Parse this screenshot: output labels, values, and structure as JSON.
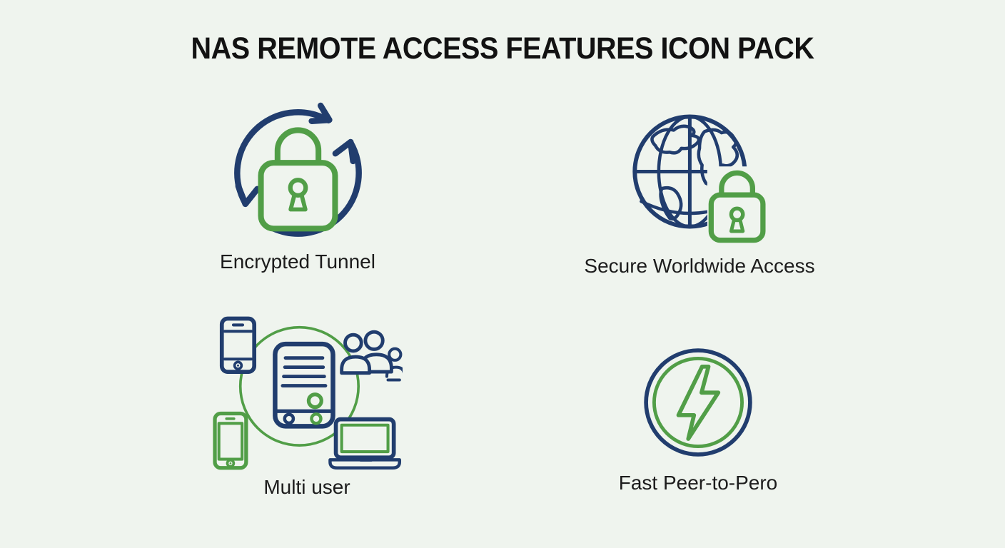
{
  "header": {
    "title": "NAS REMOTE ACCESS FEATURES ICON PACK"
  },
  "features": [
    {
      "label": "Encrypted Tunnel",
      "icon": "encrypted-tunnel-sync-lock-icon"
    },
    {
      "label": "Secure Worldwide Access",
      "icon": "globe-lock-icon"
    },
    {
      "label": "Multi user",
      "icon": "multi-device-users-icon"
    },
    {
      "label": "Fast Peer-to-Pero",
      "icon": "lightning-bolt-circle-icon"
    }
  ],
  "colors": {
    "background": "#eff4ee",
    "navy": "#213d6e",
    "green": "#519e47",
    "title_text": "#121212",
    "label_text": "#1c1c1c"
  }
}
